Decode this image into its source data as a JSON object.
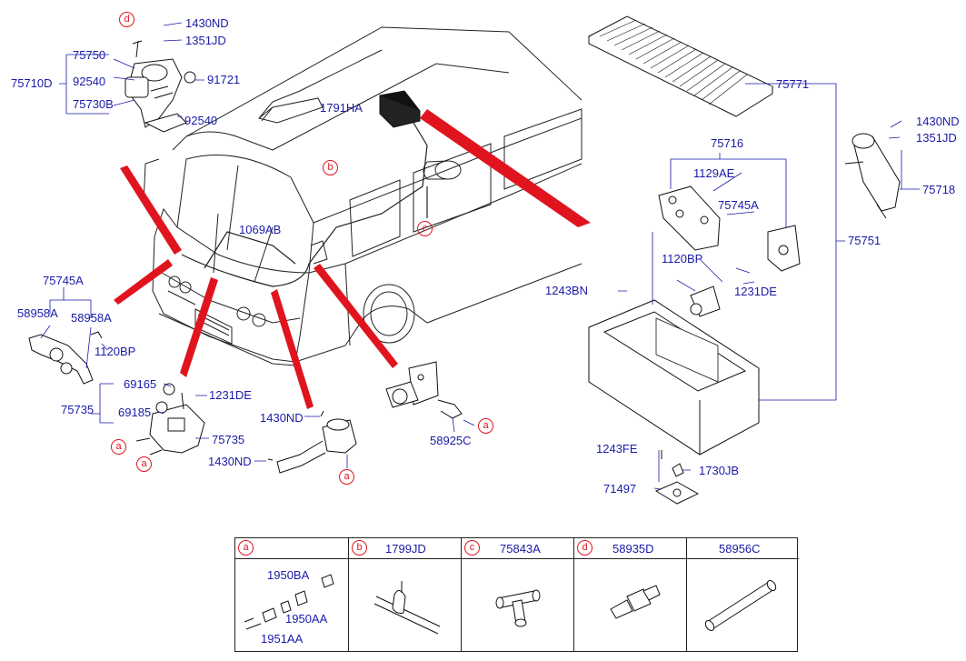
{
  "labels": {
    "l1430ND_top": "1430ND",
    "l1351JD_top": "1351JD",
    "l75750": "75750",
    "l92540_a": "92540",
    "l75710D": "75710D",
    "l91721": "91721",
    "l75730B": "75730B",
    "l92540_b": "92540",
    "l1791HA": "1791HA",
    "l1069AB": "1069AB",
    "l75745A_left": "75745A",
    "l58958A_a": "58958A",
    "l58958A_b": "58958A",
    "l1120BP_left": "1120BP",
    "l69165": "69165",
    "l1231DE_left": "1231DE",
    "l75735_a": "75735",
    "l69185": "69185",
    "l75735_b": "75735",
    "l1430ND_mid": "1430ND",
    "l1430ND_low": "1430ND",
    "l58925C": "58925C",
    "l75771": "75771",
    "l75716": "75716",
    "l1129AE": "1129AE",
    "l75745A_right": "75745A",
    "l1430ND_right": "1430ND",
    "l1351JD_right": "1351JD",
    "l75718": "75718",
    "l75751": "75751",
    "l1120BP_right": "1120BP",
    "l1243BN": "1243BN",
    "l1231DE_right": "1231DE",
    "l1243FE": "1243FE",
    "l1730JB": "1730JB",
    "l71497": "71497"
  },
  "refs": {
    "a": "a",
    "b": "b",
    "c": "c",
    "d": "d"
  },
  "legend": {
    "cells": [
      {
        "ref": "a",
        "code": "",
        "parts": [
          "1950BA",
          "1950AA",
          "1951AA"
        ]
      },
      {
        "ref": "b",
        "code": "1799JD"
      },
      {
        "ref": "c",
        "code": "75843A"
      },
      {
        "ref": "d",
        "code": "58935D"
      },
      {
        "ref": "",
        "code": "58956C"
      }
    ]
  },
  "colors": {
    "label": "#1a1aa8",
    "ref_circle": "#e0141e",
    "callout_beam": "#e0141e",
    "line_art": "#222222"
  }
}
